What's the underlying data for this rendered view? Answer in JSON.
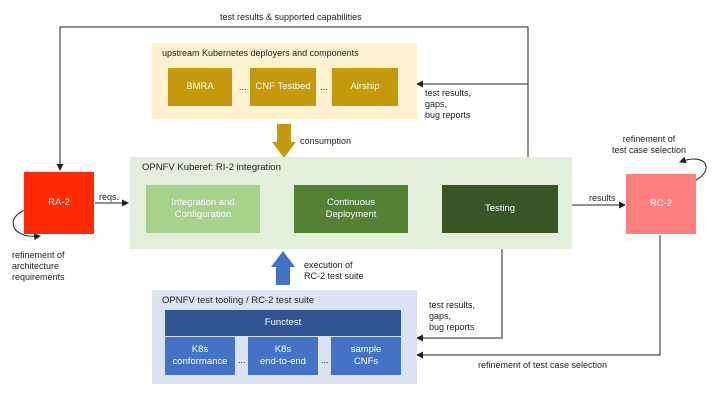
{
  "top_feedback_label": "test results & supported capabilities",
  "upstream": {
    "title": "upstream Kubernetes deployers and components",
    "items": [
      "BMRA",
      "CNF Testbed",
      "Airship"
    ],
    "ellipsis": [
      "...",
      "..."
    ]
  },
  "consumption_label": "consumption",
  "kuberef": {
    "title": "OPNFV Kuberef: RI-2 integration",
    "integration": "Integration and\nConfiguration",
    "deployment": "Continuous\nDeployment",
    "testing": "Testing"
  },
  "ra2": {
    "label": "RA-2",
    "reqs_label": "reqs.",
    "refinement_label": "refinement of\narchitecture\nrequirements"
  },
  "rc2": {
    "label": "RC-2",
    "results_label": "results",
    "refinement_label": "refinement of\ntest case selection"
  },
  "testing_feedback_top": "test results,\ngaps,\nbug reports",
  "testing_feedback_bottom": "test results,\ngaps,\nbug reports",
  "execution_label": "execution of\nRC-2 test suite",
  "tooling": {
    "title": "OPNFV test tooling / RC-2 test suite",
    "functest": "Functest",
    "items": [
      "K8s\nconformance",
      "K8s\nend-to-end",
      "sample\nCNFs"
    ],
    "ellipsis": [
      "...",
      "..."
    ]
  },
  "bottom_refinement_label": "refinement of test case selection",
  "colors": {
    "upstream_bg": "#fdf2d0",
    "upstream_box": "#c49a0c",
    "consumption_arrow": "#c49a0c",
    "kuberef_bg": "#e2efda",
    "integration_box": "#a9d18e",
    "deployment_box": "#548235",
    "testing_box": "#375623",
    "ra2_box": "#ff2a00",
    "rc2_box": "#ff8080",
    "tooling_bg": "#dae3f3",
    "functest_box": "#2f5597",
    "tooling_item_box": "#4472c4",
    "execution_arrow": "#4472c4"
  }
}
